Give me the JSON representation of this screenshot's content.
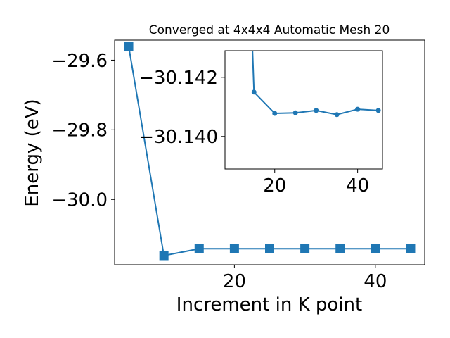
{
  "chart_data": [
    {
      "type": "line",
      "title": "Converged at 4x4x4 Automatic Mesh 20",
      "xlabel": "Increment in K point",
      "ylabel": "Energy (eV)",
      "xlim": [
        3,
        47
      ],
      "ylim": [
        -30.1875,
        -29.5425
      ],
      "xticks": [
        20,
        40
      ],
      "xtick_labels": [
        "20",
        "40"
      ],
      "yticks": [
        -29.6,
        -29.8,
        -30.0
      ],
      "ytick_labels": [
        "−29.6",
        "−29.8",
        "−30.0"
      ],
      "grid": false,
      "marker": "square",
      "series": [
        {
          "x": [
            5,
            10,
            15,
            20,
            25,
            30,
            35,
            40,
            45
          ],
          "y": [
            -29.5605,
            -30.1612,
            -30.1415,
            -30.1415,
            -30.1414,
            -30.1414,
            -30.1415,
            -30.1414,
            -30.1414
          ]
        }
      ]
    },
    {
      "type": "line",
      "role": "inset",
      "xlim": [
        8,
        46
      ],
      "ylim": [
        -30.1389,
        -30.1429
      ],
      "xticks": [
        20,
        40
      ],
      "xtick_labels": [
        "20",
        "40"
      ],
      "yticks": [
        -30.142,
        -30.14
      ],
      "ytick_labels": [
        "−30.142",
        "−30.140"
      ],
      "grid": false,
      "marker": "circle",
      "series": [
        {
          "x": [
            10,
            15,
            20,
            25,
            30,
            35,
            40,
            45
          ],
          "y": [
            -30.1612,
            -30.1415,
            -30.14078,
            -30.1408,
            -30.14088,
            -30.14074,
            -30.14092,
            -30.14088
          ]
        }
      ]
    }
  ],
  "colors": {
    "series": "#1f77b4",
    "axes": "#000000",
    "background": "#ffffff"
  }
}
